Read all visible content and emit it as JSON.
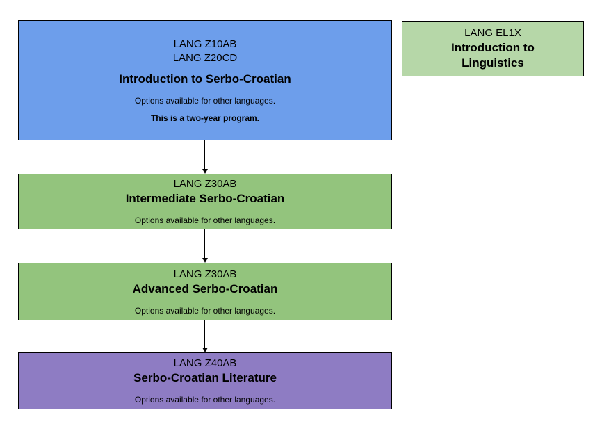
{
  "diagram": {
    "main_boxes": [
      {
        "codes": [
          "LANG Z10AB",
          "LANG Z20CD"
        ],
        "title": "Introduction to Serbo-Croatian",
        "note": "Options available for other languages.",
        "extra_note": "This is a two-year program.",
        "color": "#6D9EEB"
      },
      {
        "codes": [
          "LANG Z30AB"
        ],
        "title": "Intermediate Serbo-Croatian",
        "note": "Options available for other languages.",
        "color": "#93C47D"
      },
      {
        "codes": [
          "LANG Z30AB"
        ],
        "title": "Advanced Serbo-Croatian",
        "note": "Options available for other languages.",
        "color": "#93C47D"
      },
      {
        "codes": [
          "LANG Z40AB"
        ],
        "title": "Serbo-Croatian Literature",
        "note": "Options available for other languages.",
        "color": "#8E7CC3"
      }
    ],
    "side_box": {
      "code": "LANG EL1X",
      "title": "Introduction to\nLinguistics",
      "color": "#B6D7A8"
    },
    "arrow_color": "#000000",
    "border_color": "#000000"
  }
}
